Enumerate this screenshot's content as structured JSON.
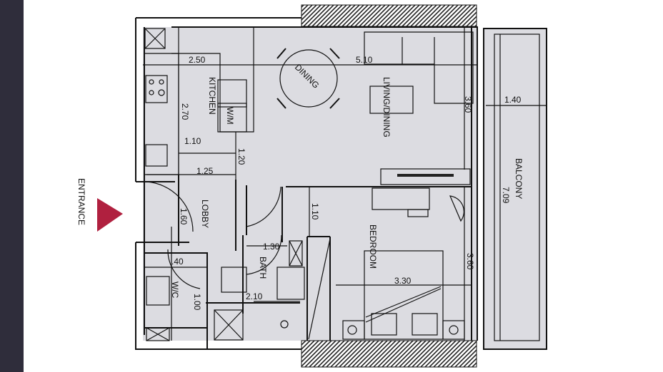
{
  "colors": {
    "sidebar": "#2f2d3b",
    "floor": "#dcdce1",
    "entrance_arrow": "#b0203f",
    "wall": "#111111"
  },
  "labels": {
    "entrance": "ENTRANCE",
    "kitchen": "KITCHEN",
    "dining": "DINING",
    "living_dining": "LIVING/DINING",
    "lobby": "LOBBY",
    "bedroom": "BEDROOM",
    "bath": "BATH",
    "wm": "W/M",
    "wc": "W/C",
    "balcony": "BALCONY"
  },
  "dimensions": {
    "kitchen_width": "2.50",
    "living_width": "5.10",
    "kitchen_length": "2.70",
    "kitchen_counter": "1.10",
    "passage": "1.20",
    "lobby_width": "1.25",
    "living_depth": "3.60",
    "balcony_width": "1.40",
    "balcony_length": "7.09",
    "bedroom_passage": "1.10",
    "bath_door": "1.30",
    "lobby_length": "1.60",
    "wc_width": ".40",
    "bath_width": "2.10",
    "bedroom_width": "3.30",
    "bedroom_depth": "3.60",
    "wc_length": "1.00"
  }
}
